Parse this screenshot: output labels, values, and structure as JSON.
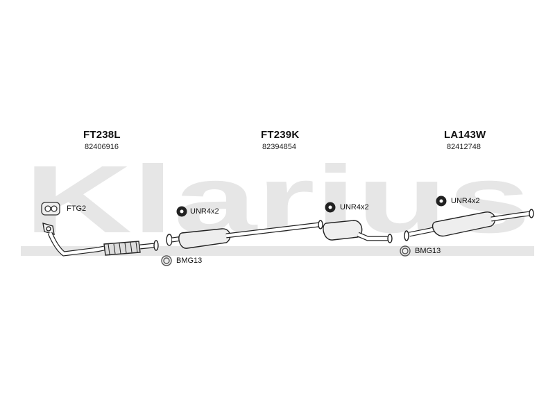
{
  "watermark": {
    "text": "Klarius"
  },
  "sections": [
    {
      "code": "FT238L",
      "number": "82406916"
    },
    {
      "code": "FT239K",
      "number": "82394854"
    },
    {
      "code": "LA143W",
      "number": "82412748"
    }
  ],
  "accessories": [
    {
      "label": "FTG2",
      "icon": "gasket-icon"
    },
    {
      "label": "UNR4x2",
      "icon": "rubber-mount-icon"
    },
    {
      "label": "BMG13",
      "icon": "clamp-ring-icon"
    },
    {
      "label": "UNR4x2",
      "icon": "rubber-mount-icon"
    },
    {
      "label": "BMG13",
      "icon": "clamp-ring-icon"
    },
    {
      "label": "UNR4x2",
      "icon": "rubber-mount-icon"
    }
  ]
}
